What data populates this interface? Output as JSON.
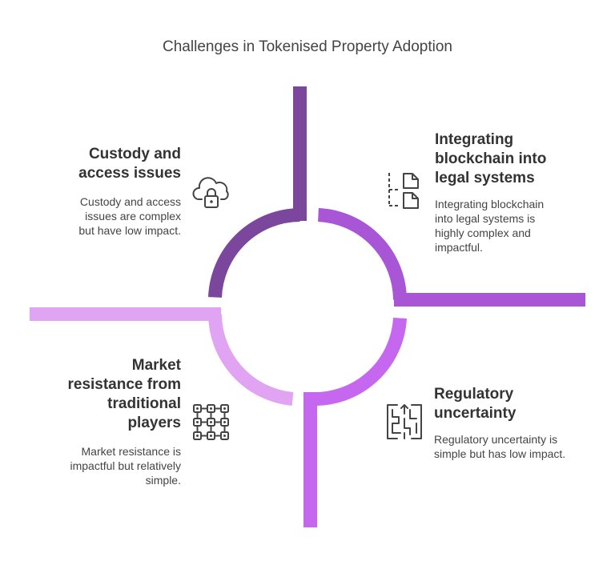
{
  "title": "Challenges in Tokenised Property Adoption",
  "quadrants": [
    {
      "id": "custody",
      "heading": "Custody and\naccess issues",
      "description": "Custody and access\nissues are complex\nbut have low impact.",
      "icon": "cloud-lock-icon",
      "color": "#7b479c"
    },
    {
      "id": "integrating",
      "heading": "Integrating\nblockchain into\nlegal systems",
      "description": "Integrating blockchain\ninto legal systems is\nhighly complex and\nimpactful.",
      "icon": "file-tree-icon",
      "color": "#a855d6"
    },
    {
      "id": "market",
      "heading": "Market\nresistance from\ntraditional\nplayers",
      "description": "Market resistance is\nimpactful but relatively\nsimple.",
      "icon": "network-grid-icon",
      "color": "#e0a4f2"
    },
    {
      "id": "regulatory",
      "heading": "Regulatory\nuncertainty",
      "description": "Regulatory uncertainty is\nsimple but has low impact.",
      "icon": "maze-icon",
      "color": "#c667f0"
    }
  ]
}
